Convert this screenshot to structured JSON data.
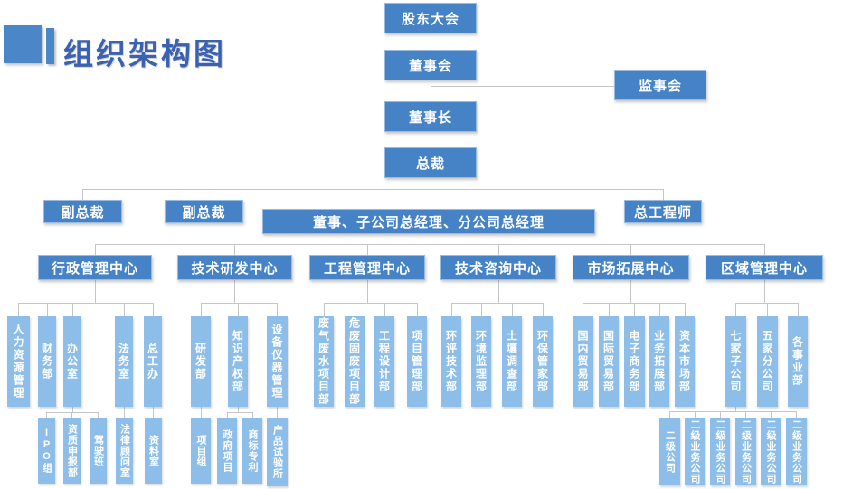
{
  "title": {
    "text": "组织架构图"
  },
  "colors": {
    "accent": "#4A86C8",
    "title_text": "#3A62B0",
    "node_primary": "#4583C6",
    "node_light": "#8CBEE9",
    "node_text": "#FFFFFF",
    "connector": "#C6C6C6"
  },
  "org_chart": {
    "type": "org-tree",
    "nodes": [
      {
        "id": "shareholders",
        "label": "股东大会",
        "parent": null
      },
      {
        "id": "board",
        "label": "董事会",
        "parent": "shareholders"
      },
      {
        "id": "supervisory",
        "label": "监事会",
        "parent": "board"
      },
      {
        "id": "chairman",
        "label": "董事长",
        "parent": "board"
      },
      {
        "id": "president",
        "label": "总裁",
        "parent": "chairman"
      },
      {
        "id": "vp1",
        "label": "副总裁",
        "parent": "president"
      },
      {
        "id": "vp2",
        "label": "副总裁",
        "parent": "president"
      },
      {
        "id": "gm-group",
        "label": "董事、子公司总经理、分公司总经理",
        "parent": "president"
      },
      {
        "id": "chief-engineer",
        "label": "总工程师",
        "parent": "president"
      },
      {
        "id": "center-admin",
        "label": "行政管理中心",
        "parent": "gm-group"
      },
      {
        "id": "center-rnd",
        "label": "技术研发中心",
        "parent": "gm-group"
      },
      {
        "id": "center-eng",
        "label": "工程管理中心",
        "parent": "gm-group"
      },
      {
        "id": "center-consult",
        "label": "技术咨询中心",
        "parent": "gm-group"
      },
      {
        "id": "center-market",
        "label": "市场拓展中心",
        "parent": "gm-group"
      },
      {
        "id": "center-region",
        "label": "区域管理中心",
        "parent": "gm-group"
      },
      {
        "id": "hr",
        "label": "人力资源管理",
        "parent": "center-admin"
      },
      {
        "id": "finance",
        "label": "财务部",
        "parent": "center-admin"
      },
      {
        "id": "office",
        "label": "办公室",
        "parent": "center-admin"
      },
      {
        "id": "legal",
        "label": "法务室",
        "parent": "center-admin"
      },
      {
        "id": "chief-office",
        "label": "总工办",
        "parent": "center-admin"
      },
      {
        "id": "ipo",
        "label": "IPO组",
        "parent": "office"
      },
      {
        "id": "qual",
        "label": "资质申报部",
        "parent": "office"
      },
      {
        "id": "driver",
        "label": "驾驶班",
        "parent": "office"
      },
      {
        "id": "legal-advisor",
        "label": "法律顾问室",
        "parent": "legal"
      },
      {
        "id": "archive",
        "label": "资料室",
        "parent": "chief-office"
      },
      {
        "id": "rd",
        "label": "研发部",
        "parent": "center-rnd"
      },
      {
        "id": "ip",
        "label": "知识产权部",
        "parent": "center-rnd"
      },
      {
        "id": "equip",
        "label": "设备仪器管理",
        "parent": "center-rnd"
      },
      {
        "id": "project-group",
        "label": "项目组",
        "parent": "rd"
      },
      {
        "id": "gov-project",
        "label": "政府项目",
        "parent": "ip"
      },
      {
        "id": "trademark",
        "label": "商标专利",
        "parent": "ip"
      },
      {
        "id": "product-test",
        "label": "产品试验所",
        "parent": "equip"
      },
      {
        "id": "waste-gas",
        "label": "废气废水项目部",
        "parent": "center-eng"
      },
      {
        "id": "hazardous",
        "label": "危废固废项目部",
        "parent": "center-eng"
      },
      {
        "id": "eng-design",
        "label": "工程设计部",
        "parent": "center-eng"
      },
      {
        "id": "proj-mgmt",
        "label": "项目管理部",
        "parent": "center-eng"
      },
      {
        "id": "eia",
        "label": "环评技术部",
        "parent": "center-consult"
      },
      {
        "id": "env-supervision",
        "label": "环境监理部",
        "parent": "center-consult"
      },
      {
        "id": "soil",
        "label": "土壤调查部",
        "parent": "center-consult"
      },
      {
        "id": "env-steward",
        "label": "环保管家部",
        "parent": "center-consult"
      },
      {
        "id": "domestic-trade",
        "label": "国内贸易部",
        "parent": "center-market"
      },
      {
        "id": "intl-trade",
        "label": "国际贸易部",
        "parent": "center-market"
      },
      {
        "id": "ecommerce",
        "label": "电子商务部",
        "parent": "center-market"
      },
      {
        "id": "biz-dev",
        "label": "业务拓展部",
        "parent": "center-market"
      },
      {
        "id": "capital",
        "label": "资本市场部",
        "parent": "center-market"
      },
      {
        "id": "seven-subs",
        "label": "七家子公司",
        "parent": "center-region"
      },
      {
        "id": "five-branches",
        "label": "五家分公司",
        "parent": "center-region"
      },
      {
        "id": "divisions",
        "label": "各事业部",
        "parent": "center-region"
      },
      {
        "id": "sec-company",
        "label": "二级公司",
        "parent": "seven-subs"
      },
      {
        "id": "sec-biz-1",
        "label": "二级业务公司",
        "parent": "seven-subs"
      },
      {
        "id": "sec-biz-2",
        "label": "二级业务公司",
        "parent": "seven-subs"
      },
      {
        "id": "sec-biz-3",
        "label": "二级业务公司",
        "parent": "seven-subs"
      },
      {
        "id": "sec-biz-4",
        "label": "二级业务公司",
        "parent": "seven-subs"
      },
      {
        "id": "sec-biz-5",
        "label": "二级业务公司",
        "parent": "seven-subs"
      }
    ]
  }
}
